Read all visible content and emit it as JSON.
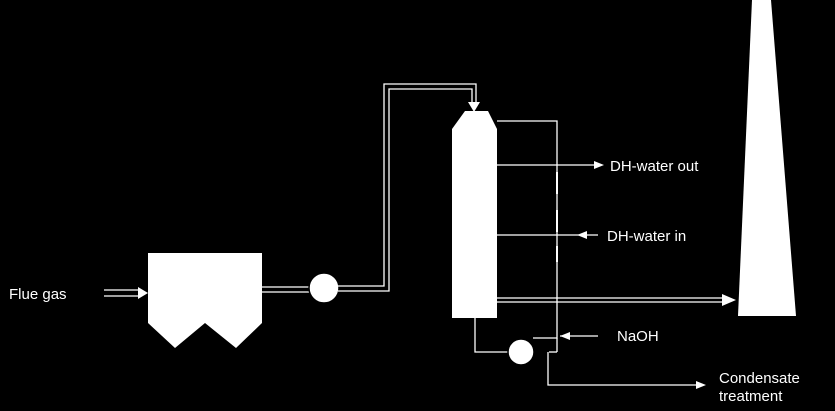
{
  "diagram": {
    "labels": {
      "flue_gas": "Flue gas",
      "dh_water_out": "DH-water out",
      "dh_water_in": "DH-water in",
      "naoh": "NaOH",
      "condensate_line1": "Condensate",
      "condensate_line2": "treatment"
    },
    "colors": {
      "background": "#000000",
      "equipment": "#ffffff",
      "lines": "#ffffff"
    }
  }
}
